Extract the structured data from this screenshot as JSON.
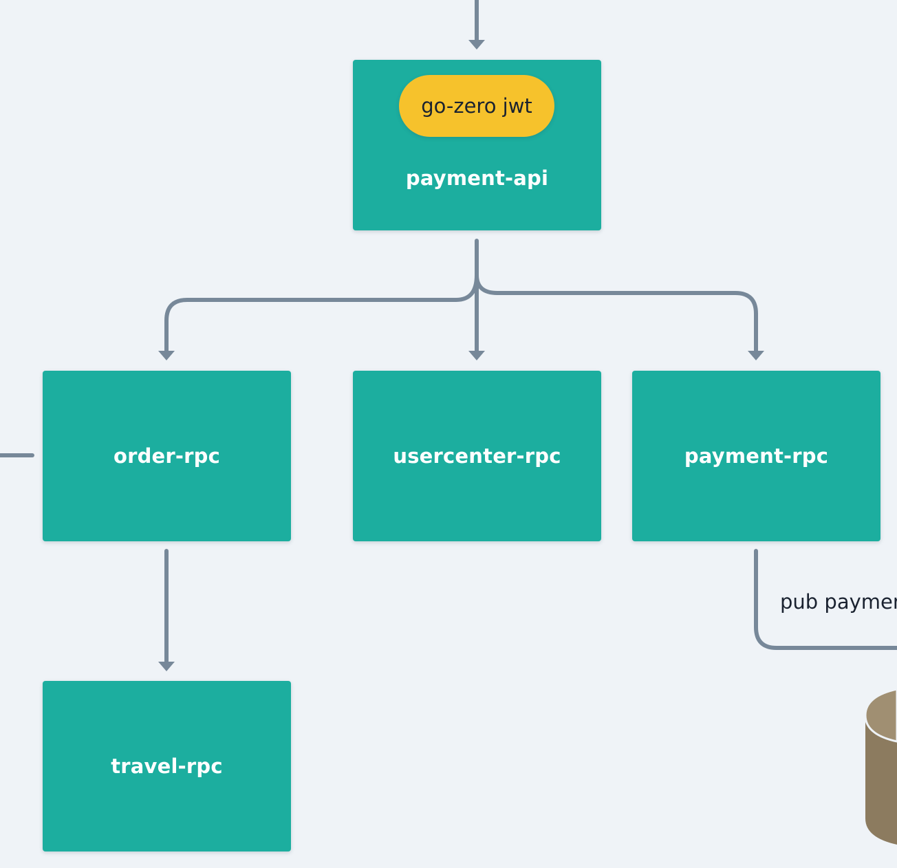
{
  "diagram": {
    "nodes": {
      "payment_api": {
        "label": "payment-api",
        "badge": "go-zero jwt"
      },
      "order_rpc": {
        "label": "order-rpc"
      },
      "usercenter_rpc": {
        "label": "usercenter-rpc"
      },
      "payment_rpc": {
        "label": "payment-rpc"
      },
      "travel_rpc": {
        "label": "travel-rpc"
      }
    },
    "edges": [
      {
        "from": "",
        "to": "payment-api"
      },
      {
        "from": "payment-api",
        "to": "order-rpc"
      },
      {
        "from": "payment-api",
        "to": "usercenter-rpc"
      },
      {
        "from": "payment-api",
        "to": "payment-rpc"
      },
      {
        "from": "order-rpc",
        "to": "travel-rpc"
      },
      {
        "from": "",
        "to": "order-rpc"
      },
      {
        "from": "payment-rpc",
        "to": "",
        "label": "pub paymen"
      }
    ],
    "edge_label_pub": "pub paymen"
  },
  "colors": {
    "background": "#eff3f7",
    "node_fill": "#1cae9f",
    "node_text": "#ffffff",
    "badge_fill": "#f6c22c",
    "badge_text": "#1a2230",
    "edge": "#778899",
    "database_fill": "#8c7b5f",
    "database_top": "#a08f72"
  }
}
